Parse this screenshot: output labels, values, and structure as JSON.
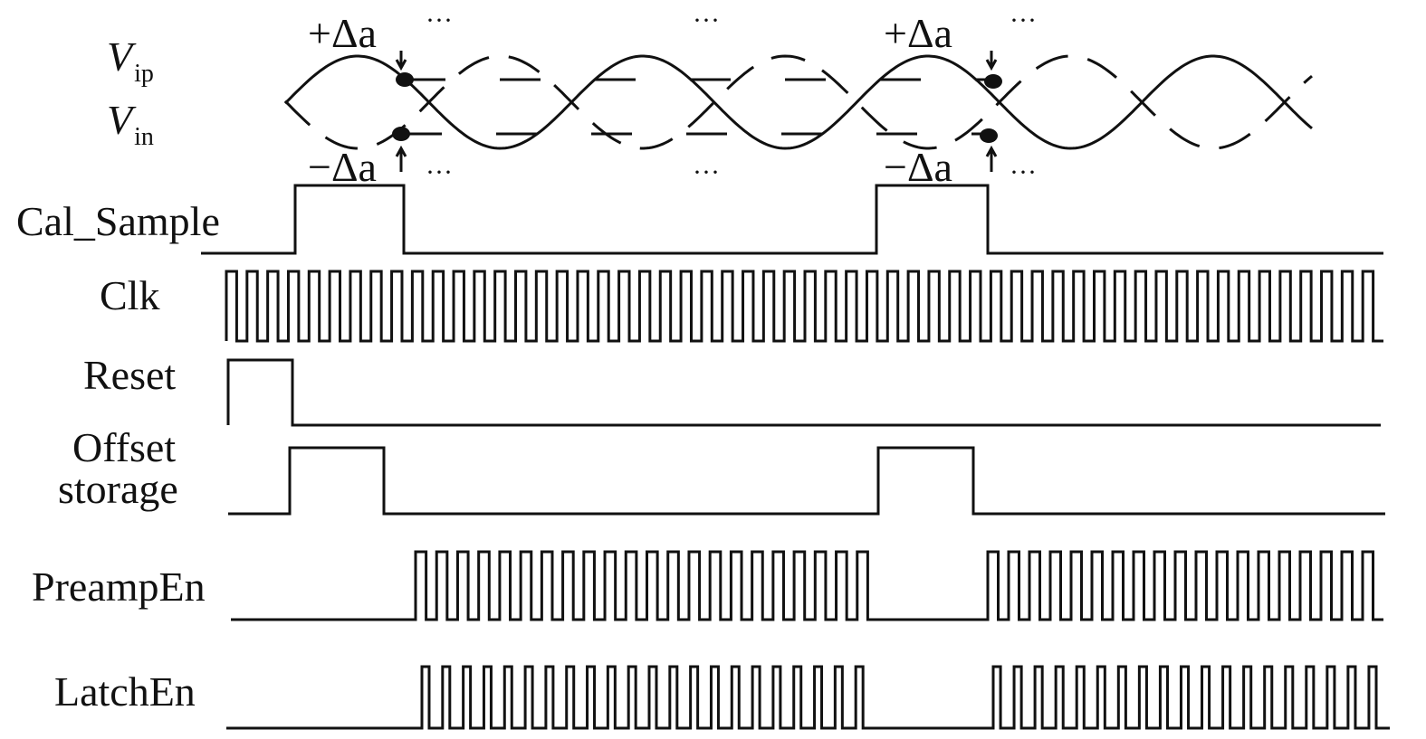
{
  "labels": {
    "vip": "V",
    "vip_sub": "ip",
    "vin": "V",
    "vin_sub": "in",
    "cal_sample": "Cal_Sample",
    "clk": "Clk",
    "reset": "Reset",
    "offset_line1": "Offset",
    "offset_line2": "storage",
    "preamp_en": "PreampEn",
    "latch_en": "LatchEn"
  },
  "annotations": {
    "plus_delta": "+Δa",
    "minus_delta": "−Δa",
    "ellipsis": "···"
  },
  "clock_cycles": 56
}
